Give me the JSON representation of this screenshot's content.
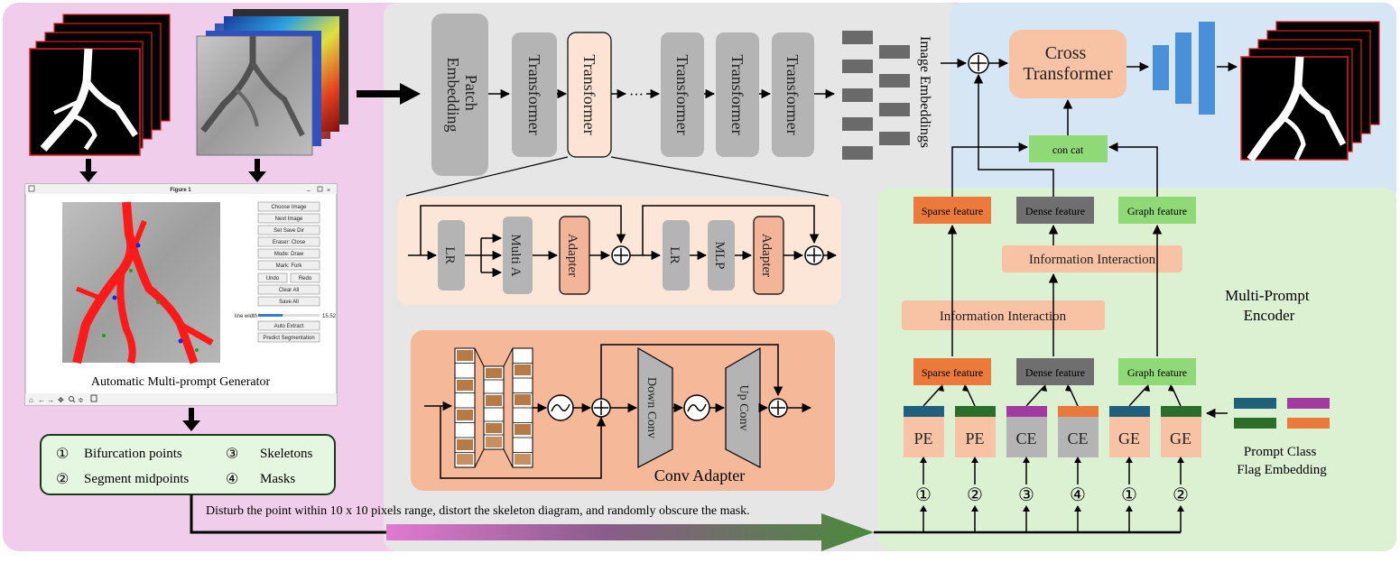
{
  "left_panel": {
    "figure_window": {
      "title": "Figure 1",
      "buttons": [
        "Choose Image",
        "Next Image",
        "Set Save Dir",
        "Eraser: Close",
        "Mode: Draw",
        "Mark: Fork",
        "Undo",
        "Redo",
        "Clear All",
        "Save All",
        "Auto Extract",
        "Predict Segmentation"
      ],
      "slider_label": "line width",
      "slider_value": "15.52",
      "slider_fraction": 0.4,
      "caption": "Automatic Multi-prompt Generator"
    },
    "prompt_list": [
      {
        "num": "①",
        "label": "Bifurcation points"
      },
      {
        "num": "③",
        "label": "Skeletons"
      },
      {
        "num": "②",
        "label": "Segment midpoints"
      },
      {
        "num": "④",
        "label": "Masks"
      }
    ],
    "disturb_text": "Disturb the point within 10 x 10 pixels range, distort the skeleton diagram, and randomly obscure the mask."
  },
  "middle_panel": {
    "patch_embedding": "Patch Embedding",
    "transformers": [
      "Transformer",
      "Transformer",
      "Transformer",
      "Transformer",
      "Transformer"
    ],
    "ellipsis": "···",
    "image_embeddings": "Image Embeddings",
    "adapter_block": {
      "lr": "LR",
      "multi_a": "Multi A",
      "adapter": "Adapter",
      "mlp": "MLP"
    },
    "conv_adapter": {
      "down_conv": "Down Conv",
      "up_conv": "Up Conv",
      "title": "Conv Adapter"
    }
  },
  "right_panel": {
    "cross_transformer": "Cross Transformer",
    "concat": "con  cat",
    "features_top": [
      "Sparse  feature",
      "Dense  feature",
      "Graph  feature"
    ],
    "features_bottom": [
      "Sparse  feature",
      "Dense  feature",
      "Graph  feature"
    ],
    "info_interaction": "Information Interaction",
    "encoder_label": "Multi-Prompt Encoder",
    "encoders": [
      "PE",
      "PE",
      "CE",
      "CE",
      "GE",
      "GE"
    ],
    "prompt_nums": [
      "①",
      "②",
      "③",
      "④",
      "①",
      "②"
    ],
    "flag_label": "Prompt Class Flag Embedding",
    "colors": {
      "pink_bg": "#f0cdea",
      "gray_bg": "#e6e6e6",
      "blue_bg": "#d7e6f5",
      "green_bg": "#dcf0d2",
      "sparse": "#ec7a3a",
      "dense": "#6f6f6f",
      "graph": "#8fd977",
      "flag_blue": "#20607a",
      "flag_green": "#2a6e2a",
      "flag_purple": "#a23aa0",
      "flag_orange": "#ea7a3c"
    }
  }
}
